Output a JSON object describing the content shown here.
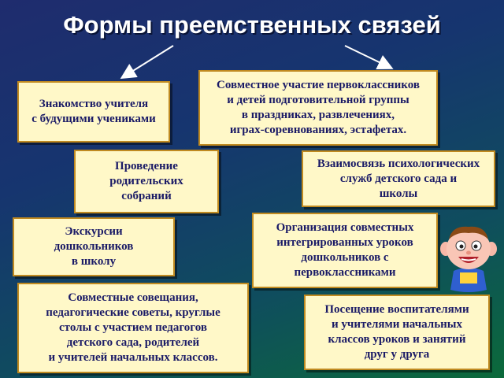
{
  "title": "Формы преемственных связей",
  "boxes": [
    {
      "id": "acquaintance",
      "text": "Знакомство учителя\nс будущими учениками"
    },
    {
      "id": "joint-participation",
      "text": "Совместное участие первоклассников\nи детей подготовительной группы\nв праздниках, развлечениях,\nиграх-соревнованиях, эстафетах."
    },
    {
      "id": "parent-meetings",
      "text": "Проведение\nродительских\nсобраний"
    },
    {
      "id": "psych-services",
      "text": "Взаимосвязь психологических\nслужб детского сада и\nшколы"
    },
    {
      "id": "excursions",
      "text": "Экскурсии\nдошкольников\nв школу"
    },
    {
      "id": "integrated-lessons",
      "text": "Организация совместных\nинтегрированных уроков\nдошкольников с\nпервоклассниками"
    },
    {
      "id": "joint-meetings",
      "text": "Совместные совещания,\nпедагогические советы, круглые\nстолы с участием педагогов\nдетского сада, родителей\nи учителей начальных классов."
    },
    {
      "id": "mutual-visits",
      "text": "Посещение воспитателями\nи учителями начальных\nклассов уроков и занятий\nдруг у друга"
    }
  ],
  "colors": {
    "box_fill": "#fff8c8",
    "box_border": "#c08a20",
    "box_text": "#1a1a66",
    "title": "#ffffff"
  }
}
